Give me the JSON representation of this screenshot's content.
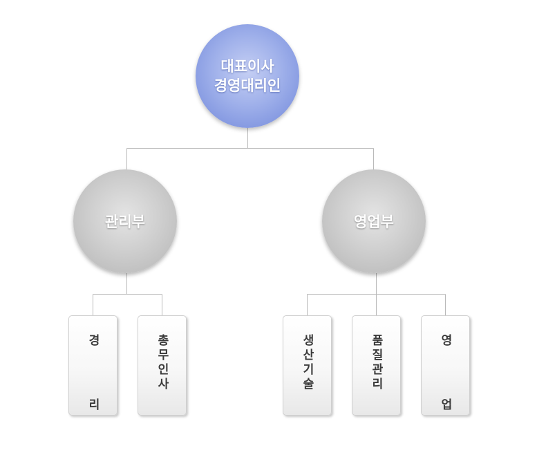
{
  "ceo": {
    "line1": "대표이사",
    "line2": "경영대리인"
  },
  "departments": [
    {
      "label": "관리부"
    },
    {
      "label": "영업부"
    }
  ],
  "teams": [
    {
      "label": "경   리"
    },
    {
      "label": "총무인사"
    },
    {
      "label": "생산기술"
    },
    {
      "label": "품질관리"
    },
    {
      "label": "영   업"
    }
  ],
  "colors": {
    "ceo_circle": "#9fb0ea",
    "dept_circle": "#cfcfcf",
    "connector": "#b9b9b9"
  }
}
